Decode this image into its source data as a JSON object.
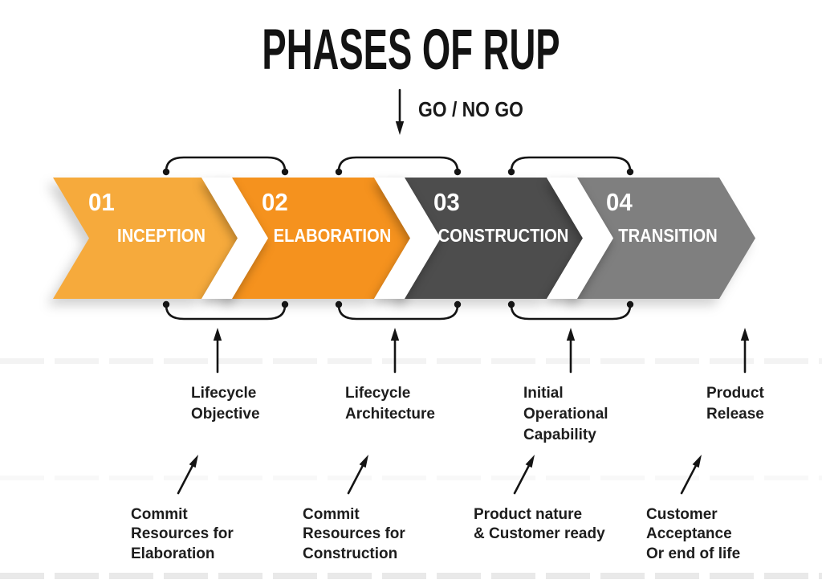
{
  "title": "PHASES OF RUP",
  "decision": {
    "label": "GO / NO GO"
  },
  "phases": [
    {
      "number": "01",
      "name": "INCEPTION",
      "color": "#F6AA3C"
    },
    {
      "number": "02",
      "name": "ELABORATION",
      "color": "#F5921E"
    },
    {
      "number": "03",
      "name": "CONSTRUCTION",
      "color": "#4D4D4D"
    },
    {
      "number": "04",
      "name": "TRANSITION",
      "color": "#7F7F7F"
    }
  ],
  "milestones": [
    {
      "label": "Lifecycle\nObjective"
    },
    {
      "label": "Lifecycle\nArchitecture"
    },
    {
      "label": "Initial\nOperational\nCapability"
    },
    {
      "label": "Product\nRelease"
    }
  ],
  "notes": [
    {
      "label": "Commit\nResources for\nElaboration"
    },
    {
      "label": "Commit\nResources for\nConstruction"
    },
    {
      "label": "Product nature\n& Customer ready"
    },
    {
      "label": "Customer\nAcceptance\nOr end of life"
    }
  ]
}
